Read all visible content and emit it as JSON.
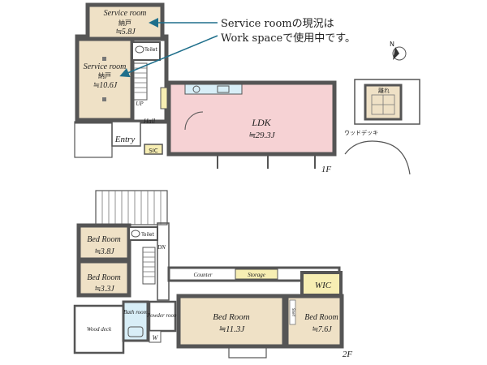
{
  "annotation": {
    "line1": "Service roomの現況は",
    "line2": "Work spaceで使用中です。"
  },
  "compass": {
    "label": "N"
  },
  "floor1": {
    "label": "1F",
    "service_room_top": {
      "name": "Service room",
      "sub": "納戸",
      "area": "≒5.8J"
    },
    "service_room_main": {
      "name": "Service room",
      "sub": "納戸",
      "area": "≒10.6J"
    },
    "toilet": "Toilet",
    "up": "UP",
    "hall": "Hall",
    "entry": "Entry",
    "sic": "SIC",
    "ldk": {
      "name": "LDK",
      "area": "≒29.3J"
    },
    "annex": "離れ",
    "wood_deck": "ウッドデッキ"
  },
  "floor2": {
    "label": "2F",
    "bed1": {
      "name": "Bed Room",
      "area": "≒3.8J"
    },
    "bed2": {
      "name": "Bed Room",
      "area": "≒3.3J"
    },
    "toilet": "Toilet",
    "dn": "DN",
    "counter": "Counter",
    "storage": "Storage",
    "wic": "WIC",
    "wood_deck": "Wood deck",
    "bath": "Bath room",
    "powder": "Powder room",
    "w": "W",
    "bed3": {
      "name": "Bed Room",
      "area": "≒11.3J"
    },
    "bed4": {
      "name": "Bed Room",
      "area": "≒7.6J"
    },
    "shelf": "Shelf"
  },
  "colors": {
    "service": "#efe1c6",
    "ldk": "#f6d2d4",
    "wic": "#f7eeb3",
    "storage": "#f7eeb3",
    "bed": "#efe1c6",
    "bath": "#d8eef7",
    "annex": "#efe1c6",
    "wall": "#555555",
    "accent": "#1f6f8b"
  }
}
